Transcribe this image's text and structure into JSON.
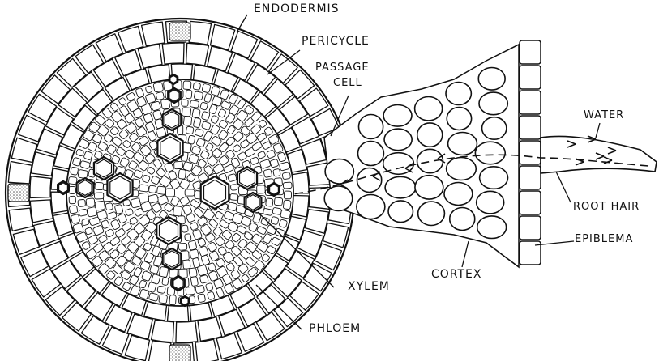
{
  "labels": {
    "endodermis": "ENDODERMIS",
    "pericycle": "PERICYCLE",
    "passage_cell_1": "PASSAGE",
    "passage_cell_2": "CELL",
    "water": "WATER",
    "root_hair": "ROOT HAIR",
    "epiblema": "EPIBLEMA",
    "cortex": "CORTEX",
    "xylem": "XYLEM",
    "phloem": "PHLOEM"
  },
  "colors": {
    "ink": "#111111",
    "background": "#ffffff",
    "cell_fill": "#ffffff",
    "passage_cell_fill": "#bdbdbd"
  }
}
